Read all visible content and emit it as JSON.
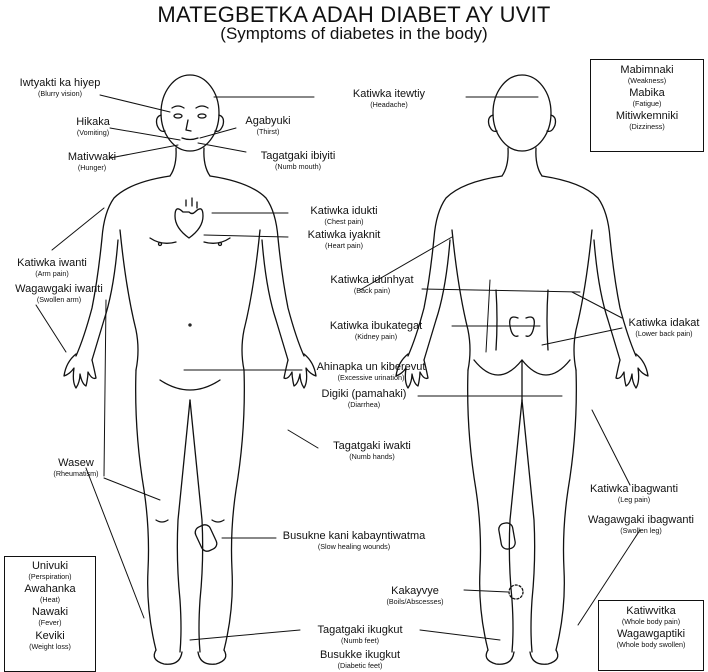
{
  "title": "MATEGBETKA ADAH DIABET AY UVIT",
  "subtitle": "(Symptoms of diabetes in the body)",
  "labels": {
    "blurry": {
      "name": "Iwtyakti ka hiyep",
      "en": "(Blurry vision)"
    },
    "vomit": {
      "name": "Hikaka",
      "en": "(Vomiting)"
    },
    "hunger": {
      "name": "Mativwaki",
      "en": "(Hunger)"
    },
    "headache": {
      "name": "Katiwka itewtiy",
      "en": "(Headache)"
    },
    "thirst": {
      "name": "Agabyuki",
      "en": "(Thirst)"
    },
    "numbmouth": {
      "name": "Tagatgaki ibiyiti",
      "en": "(Numb mouth)"
    },
    "chest": {
      "name": "Katiwka idukti",
      "en": "(Chest pain)"
    },
    "heart": {
      "name": "Katiwka iyaknit",
      "en": "(Heart pain)"
    },
    "arm": {
      "name": "Katiwka iwanti",
      "en": "(Arm pain)"
    },
    "swollenarm": {
      "name": "Wagawgaki iwanti",
      "en": "(Swollen arm)"
    },
    "back": {
      "name": "Katiwka idunhyat",
      "en": "(Back pain)"
    },
    "kidney": {
      "name": "Katiwka ibukategat",
      "en": "(Kidney pain)"
    },
    "lowerback": {
      "name": "Katiwka idakat",
      "en": "(Lower back pain)"
    },
    "urination": {
      "name": "Ahinapka un kiberevut",
      "en": "(Excessive urination)"
    },
    "diarrhea": {
      "name": "Digiki (pamahaki)",
      "en": "(Diarrhea)"
    },
    "numbhands": {
      "name": "Tagatgaki iwakti",
      "en": "(Numb hands)"
    },
    "rheum": {
      "name": "Wasew",
      "en": "(Rheumatism)"
    },
    "leg": {
      "name": "Katiwka ibagwanti",
      "en": "(Leg pain)"
    },
    "swollenleg": {
      "name": "Wagawgaki ibagwanti",
      "en": "(Swollen leg)"
    },
    "wounds": {
      "name": "Busukne kani kabayntiwatma",
      "en": "(Slow healing wounds)"
    },
    "boils": {
      "name": "Kakayvye",
      "en": "(Boils/Abscesses)"
    },
    "numbfeet": {
      "name": "Tagatgaki ikugkut",
      "en": "(Numb feet)"
    },
    "diabfeet": {
      "name": "Busukke ikugkut",
      "en": "(Diabetic feet)"
    }
  },
  "box_top_right": [
    {
      "name": "Mabimnaki",
      "en": "(Weakness)"
    },
    {
      "name": "Mabika",
      "en": "(Fatigue)"
    },
    {
      "name": "Mitiwkemniki",
      "en": "(Dizziness)"
    }
  ],
  "box_bottom_left": [
    {
      "name": "Univuki",
      "en": "(Perspiration)"
    },
    {
      "name": "Awahanka",
      "en": "(Heat)"
    },
    {
      "name": "Nawaki",
      "en": "(Fever)"
    },
    {
      "name": "Keviki",
      "en": "(Weight loss)"
    }
  ],
  "box_bottom_right": [
    {
      "name": "Katiwvitka",
      "en": "(Whole body pain)"
    },
    {
      "name": "Wagawgaptiki",
      "en": "(Whole body swollen)"
    }
  ]
}
